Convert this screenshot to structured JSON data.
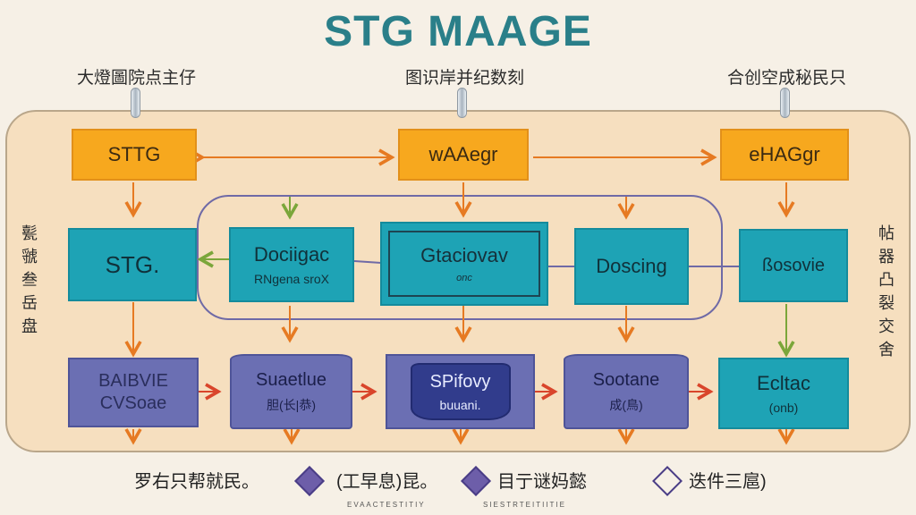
{
  "title": "STG MAAGE",
  "top_labels": [
    "大燈圖院点主仔",
    "图识岸并纪数刻",
    "合创空成秘民只"
  ],
  "side_labels": {
    "left": [
      "甏",
      "虢",
      "叁",
      "岳",
      "盘"
    ],
    "right": [
      "帖",
      "器",
      "凸",
      "裂",
      "交",
      "舍"
    ]
  },
  "row1": [
    "STTG",
    "wAAegr",
    "eHAGgr"
  ],
  "row2": [
    {
      "main": "STG.",
      "sub": ""
    },
    {
      "main": "Dociigac",
      "sub": "RNgena sroX"
    },
    {
      "main": "Gtaciovav",
      "sub": "onc"
    },
    {
      "main": "Doscing",
      "sub": ""
    },
    {
      "main": "ßosovie",
      "sub": ""
    }
  ],
  "row3": [
    {
      "main": "BAIBVIE",
      "sub": "CVSoae"
    },
    {
      "main": "Suaetlue",
      "sub": "胆(长|恭)"
    },
    {
      "main": "SPifovy",
      "sub": "buuani."
    },
    {
      "main": "Sootane",
      "sub": "成(鳥)"
    },
    {
      "main": "Ecltac",
      "sub": "(onb)"
    }
  ],
  "legend": [
    "罗右只帮就民。",
    "(工早息)昆。",
    "目亍谜妈懿",
    "迭件三扈)"
  ],
  "fine_print": [
    "EVAACTESTITIY",
    "SIESTRTEITIITIE"
  ],
  "colors": {
    "title": "#2a7f89",
    "orange": "#f7a81e",
    "teal": "#1ea3b5",
    "purple": "#6b6fb3",
    "dark_blue": "#313c8c",
    "arrow_orange": "#e67a22",
    "arrow_red": "#d9452b",
    "arrow_green": "#7ba63a",
    "loop": "#6f6aa6"
  }
}
